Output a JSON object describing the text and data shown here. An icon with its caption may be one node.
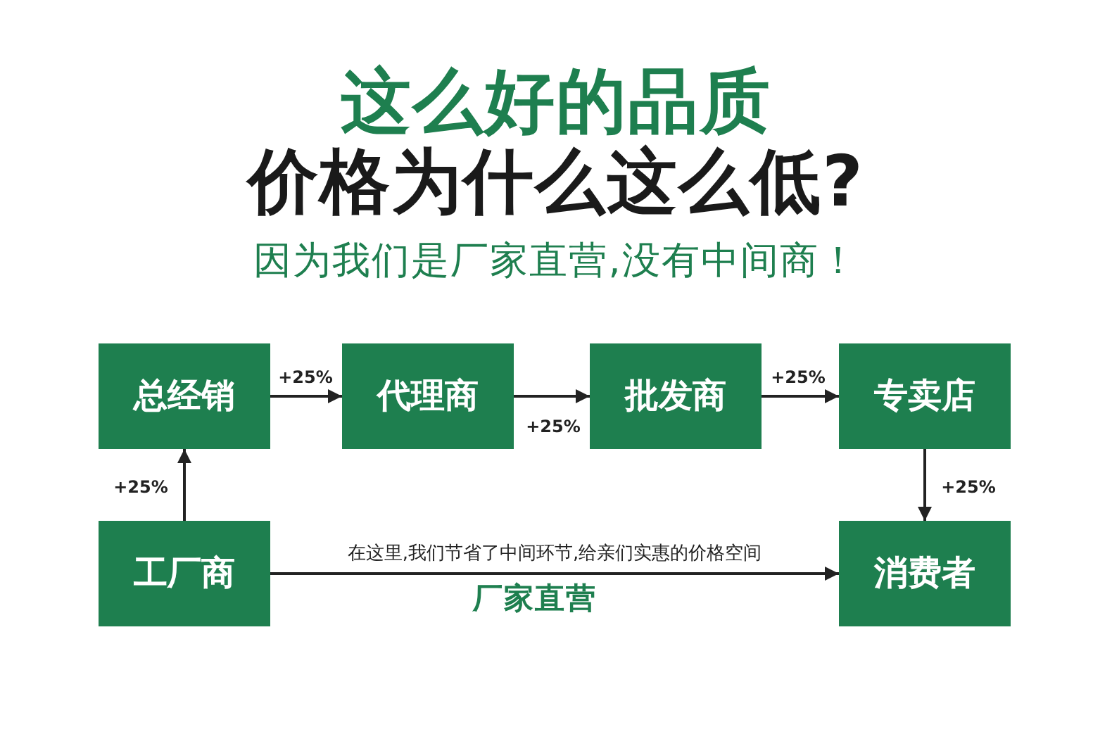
{
  "diagram": {
    "title": "这么好的品质",
    "nodes": [
      {
        "text": [
          "总经销"
        ]
      },
      {
        "text": [
          "代理商"
        ]
      },
      {
        "text": [
          "批发商"
        ]
      },
      {
        "text": [
          "专卖店"
        ]
      },
      {
        "text": [
          "工厂商"
        ]
      },
      {
        "text": [
          "消费者"
        ]
      }
    ],
    "edges": [
      {
        "from": 4,
        "to": 0,
        "arrow": "to",
        "label": "+25%"
      },
      {
        "from": 0,
        "to": 1,
        "arrow": "to",
        "label": "+25%"
      },
      {
        "from": 1,
        "to": 2,
        "arrow": "to",
        "label": "+25%"
      },
      {
        "from": 2,
        "to": 3,
        "arrow": "to",
        "label": "+25%"
      },
      {
        "from": 3,
        "to": 5,
        "arrow": "to",
        "label": "+25%"
      },
      {
        "from": 4,
        "to": 5,
        "arrow": "to",
        "label": "在这里,我们节省了中间环节,给亲们实惠的价格空间"
      }
    ],
    "labels": [
      "价格为什么这么低?",
      "因为我们是厂家直营,没有中间商！",
      "厂家直营"
    ]
  }
}
